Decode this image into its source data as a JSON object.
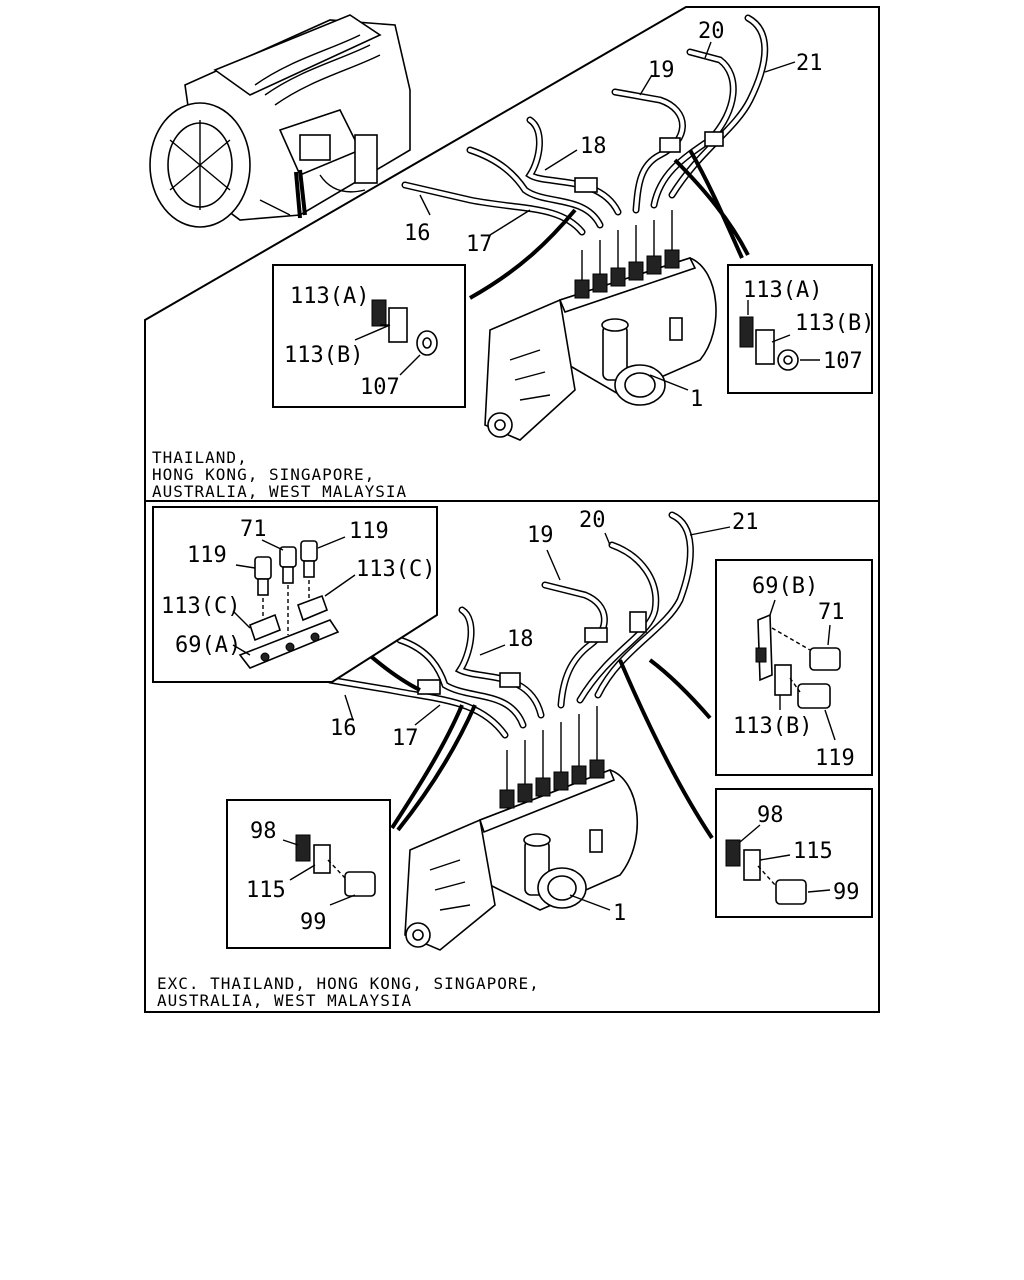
{
  "upper_section": {
    "region_lines": [
      "THAILAND,",
      "HONG KONG, SINGAPORE,",
      "AUSTRALIA, WEST MALAYSIA"
    ],
    "callouts": {
      "pipe_16": "16",
      "pipe_17": "17",
      "pipe_18": "18",
      "pipe_19": "19",
      "pipe_20": "20",
      "pipe_21": "21",
      "pump_1": "1"
    },
    "inset_left": {
      "clip_a": "113(A)",
      "clip_b": "113(B)",
      "nut": "107"
    },
    "inset_right": {
      "clip_a": "113(A)",
      "clip_b": "113(B)",
      "nut": "107"
    }
  },
  "lower_section": {
    "region_lines": [
      "EXC. THAILAND, HONG KONG, SINGAPORE,",
      "AUSTRALIA, WEST MALAYSIA"
    ],
    "callouts": {
      "pipe_16": "16",
      "pipe_17": "17",
      "pipe_18": "18",
      "pipe_19": "19",
      "pipe_20": "20",
      "pipe_21": "21",
      "pump_1": "1"
    },
    "inset_top_left": {
      "bolt_71": "71",
      "bolt_119_left": "119",
      "bolt_119_right": "119",
      "clip_c_left": "113(C)",
      "clip_c_right": "113(C)",
      "bracket": "69(A)"
    },
    "inset_right_top": {
      "bracket": "69(B)",
      "bolt_71": "71",
      "clip_b": "113(B)",
      "bolt_119": "119"
    },
    "inset_bottom_left": {
      "clip": "98",
      "clamp": "115",
      "bolt": "99"
    },
    "inset_bottom_right": {
      "clip": "98",
      "clamp": "115",
      "bolt": "99"
    }
  }
}
